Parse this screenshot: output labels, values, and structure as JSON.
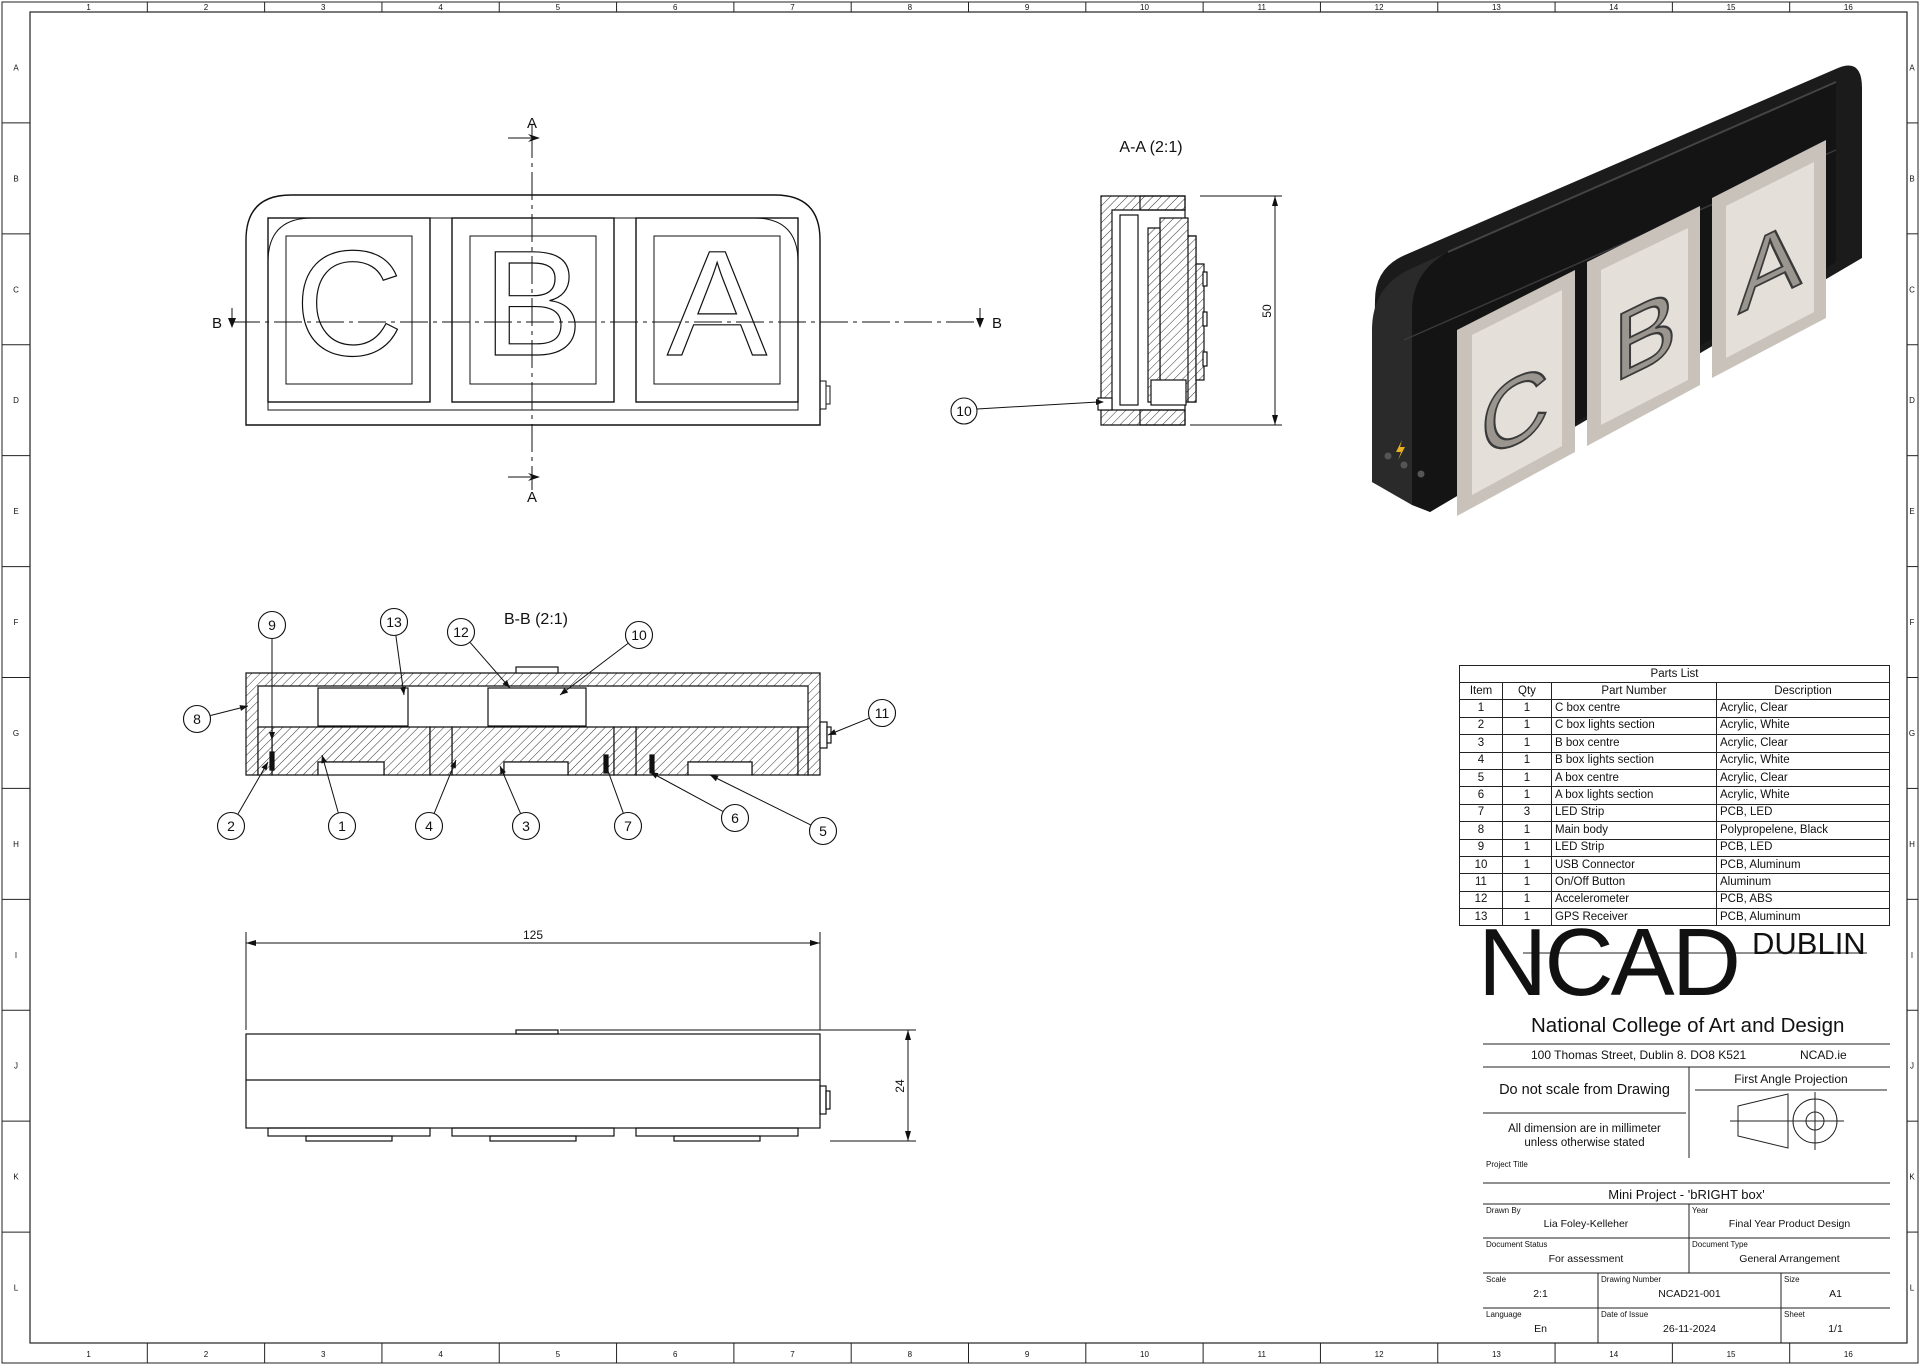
{
  "grid": {
    "cols": [
      "1",
      "2",
      "3",
      "4",
      "5",
      "6",
      "7",
      "8",
      "9",
      "10",
      "11",
      "12",
      "13",
      "14",
      "15",
      "16"
    ],
    "rows": [
      "A",
      "B",
      "C",
      "D",
      "E",
      "F",
      "G",
      "H",
      "I",
      "J",
      "K",
      "L"
    ]
  },
  "front_view": {
    "letters": [
      "C",
      "B",
      "A"
    ],
    "section_a": "A",
    "section_b": "B"
  },
  "section_aa": {
    "title": "A-A (2:1)",
    "dim_height": "50",
    "callout": "10"
  },
  "section_bb": {
    "title": "B-B (2:1)",
    "callouts": [
      "9",
      "13",
      "12",
      "10",
      "8",
      "11",
      "2",
      "1",
      "4",
      "3",
      "7",
      "6",
      "5"
    ]
  },
  "bottom_view": {
    "dim_width": "125",
    "dim_height": "24"
  },
  "parts_list": {
    "title": "Parts List",
    "headers": [
      "Item",
      "Qty",
      "Part Number",
      "Description"
    ],
    "rows": [
      [
        "1",
        "1",
        "C box centre",
        "Acrylic, Clear"
      ],
      [
        "2",
        "1",
        "C box lights section",
        "Acrylic, White"
      ],
      [
        "3",
        "1",
        "B box centre",
        "Acrylic, Clear"
      ],
      [
        "4",
        "1",
        "B box lights section",
        "Acrylic, White"
      ],
      [
        "5",
        "1",
        "A box centre",
        "Acrylic, Clear"
      ],
      [
        "6",
        "1",
        "A box lights section",
        "Acrylic, White"
      ],
      [
        "7",
        "3",
        "LED Strip",
        "PCB, LED"
      ],
      [
        "8",
        "1",
        "Main body",
        "Polypropelene, Black"
      ],
      [
        "9",
        "1",
        "LED Strip",
        "PCB, LED"
      ],
      [
        "10",
        "1",
        "USB Connector",
        "PCB, Aluminum"
      ],
      [
        "11",
        "1",
        "On/Off Button",
        "Aluminum"
      ],
      [
        "12",
        "1",
        "Accelerometer",
        "PCB, ABS"
      ],
      [
        "13",
        "1",
        "GPS Receiver",
        "PCB, Aluminum"
      ]
    ]
  },
  "title_block": {
    "logo": "NCAD",
    "logo_sub": "DUBLIN",
    "college": "National College of Art and Design",
    "address": "100 Thomas Street, Dublin 8. DO8 K521",
    "website": "NCAD.ie",
    "notice": "Do not scale from Drawing",
    "units_note_1": "All dimension are in millimeter",
    "units_note_2": "unless otherwise stated",
    "projection": "First Angle Projection",
    "project_title_label": "Project Title",
    "project_title": "Mini Project - 'bRIGHT box'",
    "drawn_by_label": "Drawn By",
    "drawn_by": "Lia Foley-Kelleher",
    "year_label": "Year",
    "year": "Final Year Product Design",
    "doc_status_label": "Document Status",
    "doc_status": "For assessment",
    "doc_type_label": "Document Type",
    "doc_type": "General Arrangement",
    "scale_label": "Scale",
    "scale": "2:1",
    "drawing_number_label": "Drawing Number",
    "drawing_number": "NCAD21-001",
    "size_label": "Size",
    "size": "A1",
    "language_label": "Language",
    "language": "En",
    "date_label": "Date of Issue",
    "date": "26-11-2024",
    "sheet_label": "Sheet",
    "sheet": "1/1"
  }
}
